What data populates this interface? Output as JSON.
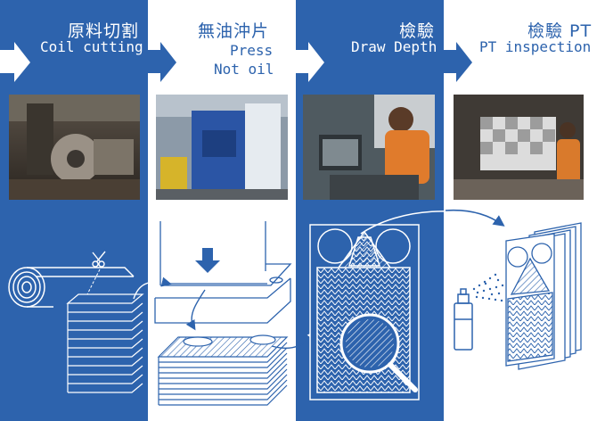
{
  "steps": [
    {
      "title_zh": "原料切割",
      "title_en_lines": [
        "Coil cutting"
      ]
    },
    {
      "title_zh": "無油沖片",
      "title_en_lines": [
        "Press",
        "Not oil"
      ]
    },
    {
      "title_zh": "檢驗",
      "title_en_lines": [
        "Draw Depth"
      ]
    },
    {
      "title_zh": "檢驗 PT",
      "title_en_lines": [
        "PT inspection"
      ]
    }
  ],
  "photos": [
    "coil-cutting-machine-photo",
    "press-machine-photo",
    "draw-depth-inspection-photo",
    "pt-inspection-photo"
  ],
  "colors": {
    "brand_blue": "#2d63ad",
    "white": "#ffffff"
  }
}
